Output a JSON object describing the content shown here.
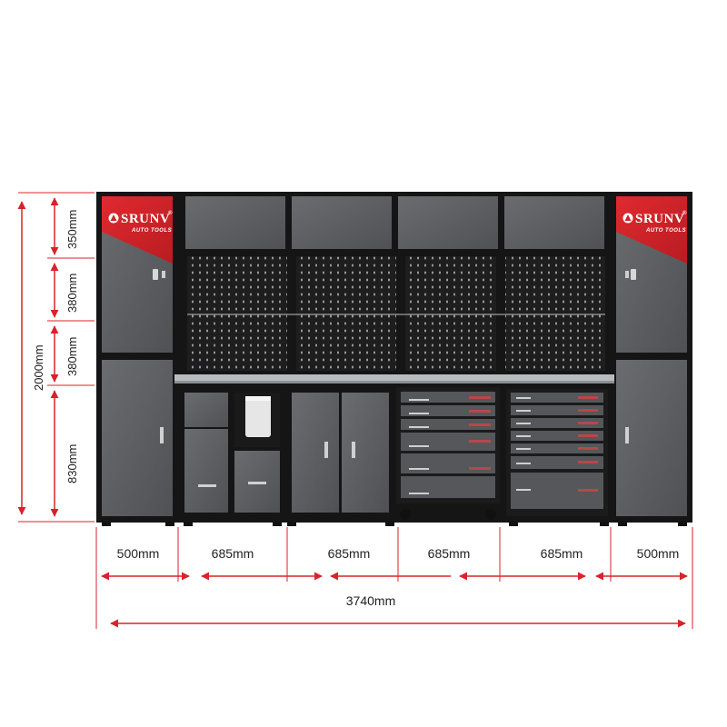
{
  "brand": {
    "name": "SRUNV",
    "registered_mark": "®",
    "tagline": "AUTO TOOLS"
  },
  "dimensions": {
    "vertical": {
      "total": "2000mm",
      "segment_1": "350mm",
      "segment_2": "380mm",
      "segment_3": "380mm",
      "segment_4": "830mm"
    },
    "horizontal": {
      "left_cabinet": "500mm",
      "module_1": "685mm",
      "module_2": "685mm",
      "module_3": "685mm",
      "module_4": "685mm",
      "right_cabinet": "500mm",
      "total": "3740mm"
    }
  },
  "colors": {
    "accent_red": "#d2232a",
    "dimension_line": "#d8232a",
    "frame_black": "#161616",
    "panel_gray": "#5d5f62",
    "panel_dark": "#3a3b3d",
    "pegboard": "#1f1f20",
    "worktop": "#b9bcbf"
  }
}
